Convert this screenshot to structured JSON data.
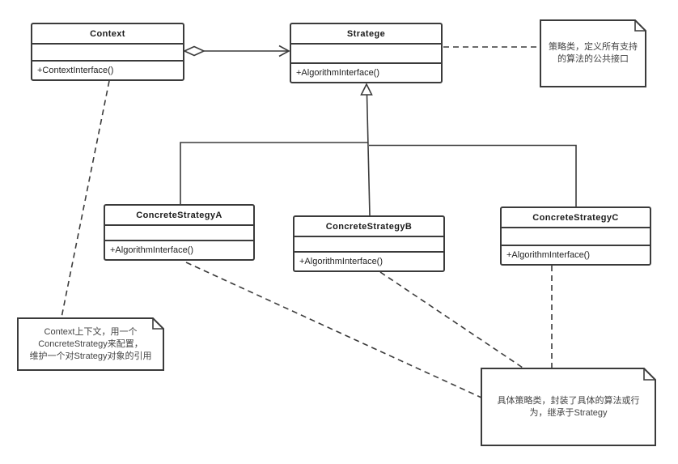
{
  "classes": {
    "context": {
      "name": "Context",
      "method": "+ContextInterface()"
    },
    "stratege": {
      "name": "Stratege",
      "method": "+AlgorithmInterface()"
    },
    "concreteA": {
      "name": "ConcreteStrategyA",
      "method": "+AlgorithmInterface()"
    },
    "concreteB": {
      "name": "ConcreteStrategyB",
      "method": "+AlgorithmInterface()"
    },
    "concreteC": {
      "name": "ConcreteStrategyC",
      "method": "+AlgorithmInterface()"
    }
  },
  "notes": {
    "strategy_note": {
      "text": "策略类，定义所有支持\n的算法的公共接口"
    },
    "context_note": {
      "text": "Context上下文，用一个\nConcreteStrategy来配置，\n维护一个对Strategy对象的引用"
    },
    "concrete_note": {
      "text": "具体策略类，封装了具体的算法或行\n为，继承于Strategy"
    }
  },
  "relationships": [
    {
      "type": "aggregation",
      "from": "Context",
      "to": "Stratege"
    },
    {
      "type": "inheritance",
      "from": "ConcreteStrategyA",
      "to": "Stratege"
    },
    {
      "type": "inheritance",
      "from": "ConcreteStrategyB",
      "to": "Stratege"
    },
    {
      "type": "inheritance",
      "from": "ConcreteStrategyC",
      "to": "Stratege"
    },
    {
      "type": "note-link",
      "from": "Stratege",
      "to": "strategy_note"
    },
    {
      "type": "note-link",
      "from": "Context",
      "to": "context_note"
    },
    {
      "type": "note-link",
      "from": "ConcreteStrategyA",
      "to": "concrete_note"
    },
    {
      "type": "note-link",
      "from": "ConcreteStrategyB",
      "to": "concrete_note"
    },
    {
      "type": "note-link",
      "from": "ConcreteStrategyC",
      "to": "concrete_note"
    }
  ],
  "colors": {
    "line": "#3b3b3b",
    "box_border": "#3b3b3b",
    "background": "#ffffff",
    "class_text": "#222222",
    "note_text": "#444444"
  }
}
